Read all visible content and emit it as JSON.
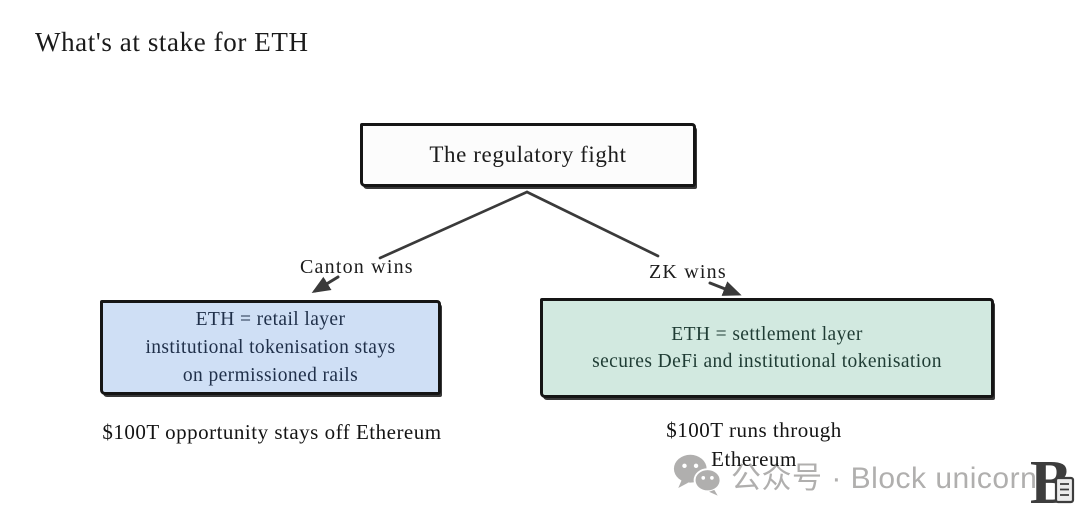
{
  "title": "What's at stake for ETH",
  "root_box": {
    "label": "The regulatory fight"
  },
  "left_branch": {
    "label": "Canton wins",
    "box_line1": "ETH = retail layer",
    "box_line2": "institutional tokenisation stays",
    "box_line3": "on permissioned rails",
    "caption": "$100T opportunity stays off Ethereum"
  },
  "right_branch": {
    "label": "ZK wins",
    "box_line1": "ETH = settlement layer",
    "box_line2": "secures DeFi and institutional tokenisation",
    "caption_line1": "$100T runs through",
    "caption_line2": "Ethereum"
  },
  "watermark": {
    "text": "公众号 · Block unicorn"
  },
  "colors": {
    "left_box_bg": "#cfdff5",
    "right_box_bg": "#d2e9e0",
    "left_box_text": "#20304a",
    "right_box_text": "#1f3c34",
    "box_border": "#151515",
    "arrow": "#3a3a3a",
    "watermark_gray": "#b0afae"
  }
}
